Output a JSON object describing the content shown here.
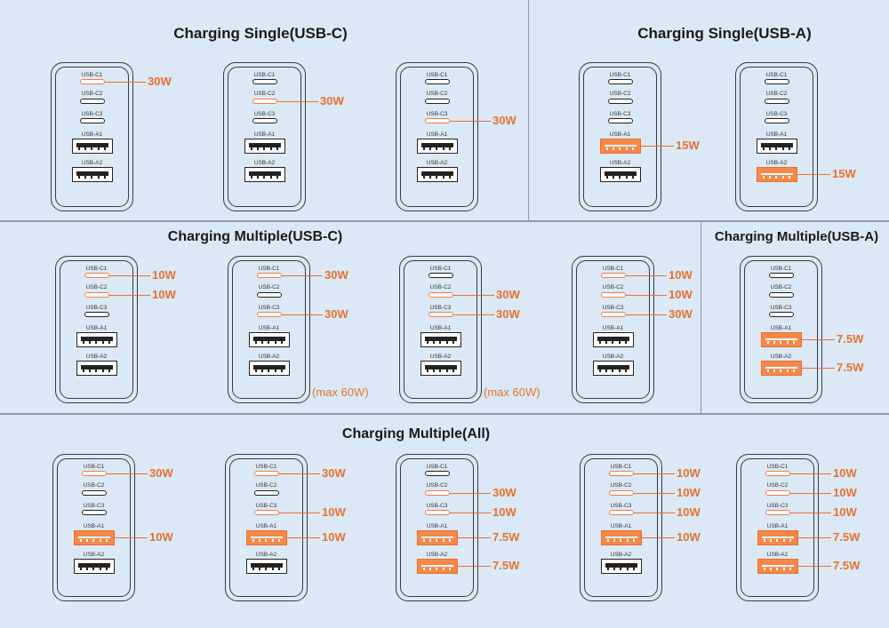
{
  "sections": [
    {
      "title": "Charging Single(USB-C)",
      "devices": [
        {
          "loads": [
            {
              "port": "c1",
              "watt": "30W"
            }
          ]
        },
        {
          "loads": [
            {
              "port": "c2",
              "watt": "30W"
            }
          ]
        },
        {
          "loads": [
            {
              "port": "c3",
              "watt": "30W"
            }
          ]
        }
      ]
    },
    {
      "title": "Charging Single(USB-A)",
      "devices": [
        {
          "loads": [
            {
              "port": "a1",
              "watt": "15W"
            }
          ]
        },
        {
          "loads": [
            {
              "port": "a2",
              "watt": "15W"
            }
          ]
        }
      ]
    },
    {
      "title": "Charging Multiple(USB-C)",
      "devices": [
        {
          "loads": [
            {
              "port": "c1",
              "watt": "10W"
            },
            {
              "port": "c2",
              "watt": "10W"
            }
          ]
        },
        {
          "loads": [
            {
              "port": "c1",
              "watt": "30W"
            },
            {
              "port": "c3",
              "watt": "30W"
            }
          ],
          "note": "(max 60W)"
        },
        {
          "loads": [
            {
              "port": "c2",
              "watt": "30W"
            },
            {
              "port": "c3",
              "watt": "30W"
            }
          ],
          "note": "(max 60W)"
        },
        {
          "loads": [
            {
              "port": "c1",
              "watt": "10W"
            },
            {
              "port": "c2",
              "watt": "10W"
            },
            {
              "port": "c3",
              "watt": "30W"
            }
          ]
        }
      ]
    },
    {
      "title": "Charging Multiple(USB-A)",
      "devices": [
        {
          "loads": [
            {
              "port": "a1",
              "watt": "7.5W"
            },
            {
              "port": "a2",
              "watt": "7.5W"
            }
          ]
        }
      ]
    },
    {
      "title": "Charging Multiple(All)",
      "devices": [
        {
          "loads": [
            {
              "port": "c1",
              "watt": "30W"
            },
            {
              "port": "a1",
              "watt": "10W"
            }
          ]
        },
        {
          "loads": [
            {
              "port": "c1",
              "watt": "30W"
            },
            {
              "port": "c3",
              "watt": "10W"
            },
            {
              "port": "a1",
              "watt": "10W"
            }
          ]
        },
        {
          "loads": [
            {
              "port": "c2",
              "watt": "30W"
            },
            {
              "port": "c3",
              "watt": "10W"
            },
            {
              "port": "a1",
              "watt": "7.5W"
            },
            {
              "port": "a2",
              "watt": "7.5W"
            }
          ]
        },
        {
          "loads": [
            {
              "port": "c1",
              "watt": "10W"
            },
            {
              "port": "c2",
              "watt": "10W"
            },
            {
              "port": "c3",
              "watt": "10W"
            },
            {
              "port": "a1",
              "watt": "10W"
            }
          ]
        },
        {
          "loads": [
            {
              "port": "c1",
              "watt": "10W"
            },
            {
              "port": "c2",
              "watt": "10W"
            },
            {
              "port": "c3",
              "watt": "10W"
            },
            {
              "port": "a1",
              "watt": "7.5W"
            },
            {
              "port": "a2",
              "watt": "7.5W"
            }
          ]
        }
      ]
    }
  ],
  "port_labels": {
    "c1": "USB-C1",
    "c2": "USB-C2",
    "c3": "USB-C3",
    "a1": "USB-A1",
    "a2": "USB-A2"
  },
  "colors": {
    "background": "#dbe9f6",
    "active": "#e8702f",
    "outline": "#222222",
    "divider": "#8d9aa8"
  }
}
